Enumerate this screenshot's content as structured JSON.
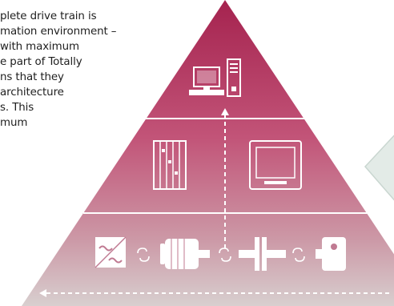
{
  "text_lines": [
    "plete drive train is",
    "mation environment –",
    " with maximum",
    "e part of Totally",
    "ns that they",
    "architecture",
    "s. This",
    "mum"
  ],
  "colors": {
    "tier_top": "#a5234f",
    "tier_bottom": "#d8cfcf",
    "icon_fill": "#ffffff",
    "callout": "#e3ebe7",
    "callout_border": "#c9d6d0",
    "arrow": "#ffffff"
  },
  "icons": {
    "top_tier": [
      "desktop-computer-icon",
      "tower-pc-icon"
    ],
    "middle_tier": [
      "plc-controller-icon",
      "hmi-panel-icon"
    ],
    "bottom_tier": [
      "frequency-converter-icon",
      "motor-icon",
      "coupling-icon",
      "gearbox-icon"
    ],
    "links": [
      "link-icon",
      "link-icon",
      "link-icon"
    ]
  }
}
